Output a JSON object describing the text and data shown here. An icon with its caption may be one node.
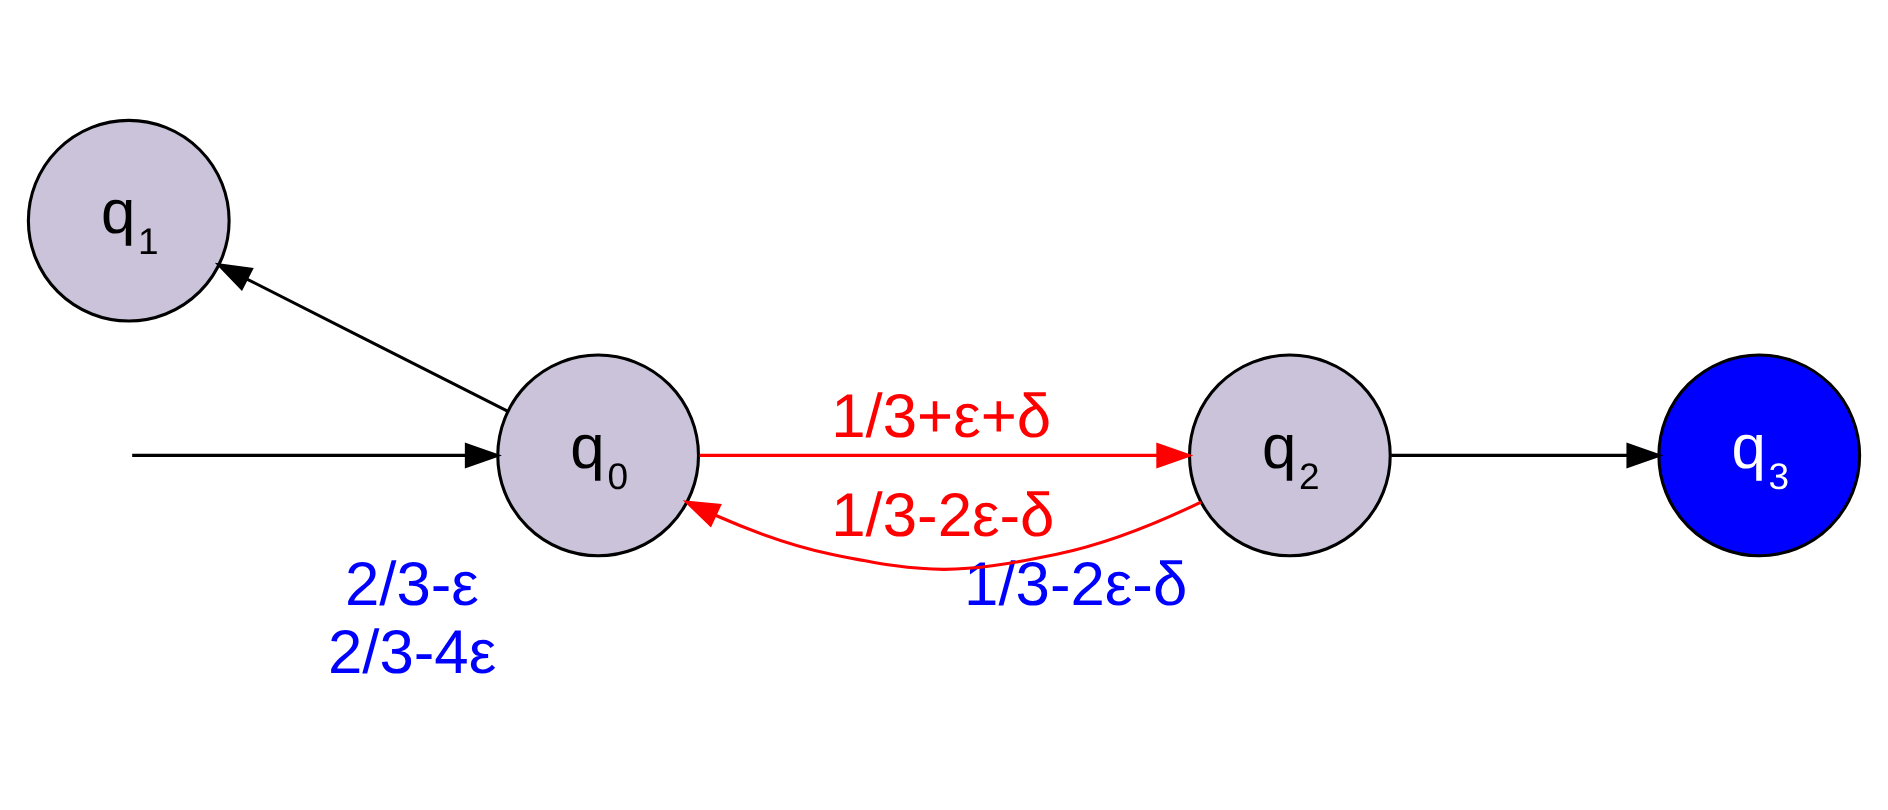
{
  "diagram": {
    "nodes": [
      {
        "text": [
          "q$_{1}$"
        ]
      },
      {
        "text": [
          "q$_{0}$"
        ],
        "beside": [
          "2/3-ε",
          "2/3-4ε"
        ]
      },
      {
        "text": [
          "q$_{2}$"
        ],
        "beside": [
          "1/3-2ε-δ"
        ]
      },
      {
        "text": [
          "q$_{3}$"
        ]
      }
    ],
    "edges": [
      {
        "from": null,
        "to": 1,
        "arrow": "to"
      },
      {
        "from": 1,
        "to": 0,
        "arrow": "to"
      },
      {
        "from": 1,
        "to": 2,
        "arrow": "to",
        "label": "1/3+ε+δ",
        "color": "#ff0000"
      },
      {
        "from": 2,
        "to": 1,
        "arrow": "to",
        "label": "1/3-2ε-δ",
        "color": "#ff0000"
      },
      {
        "from": 2,
        "to": 3,
        "arrow": "to"
      }
    ]
  }
}
